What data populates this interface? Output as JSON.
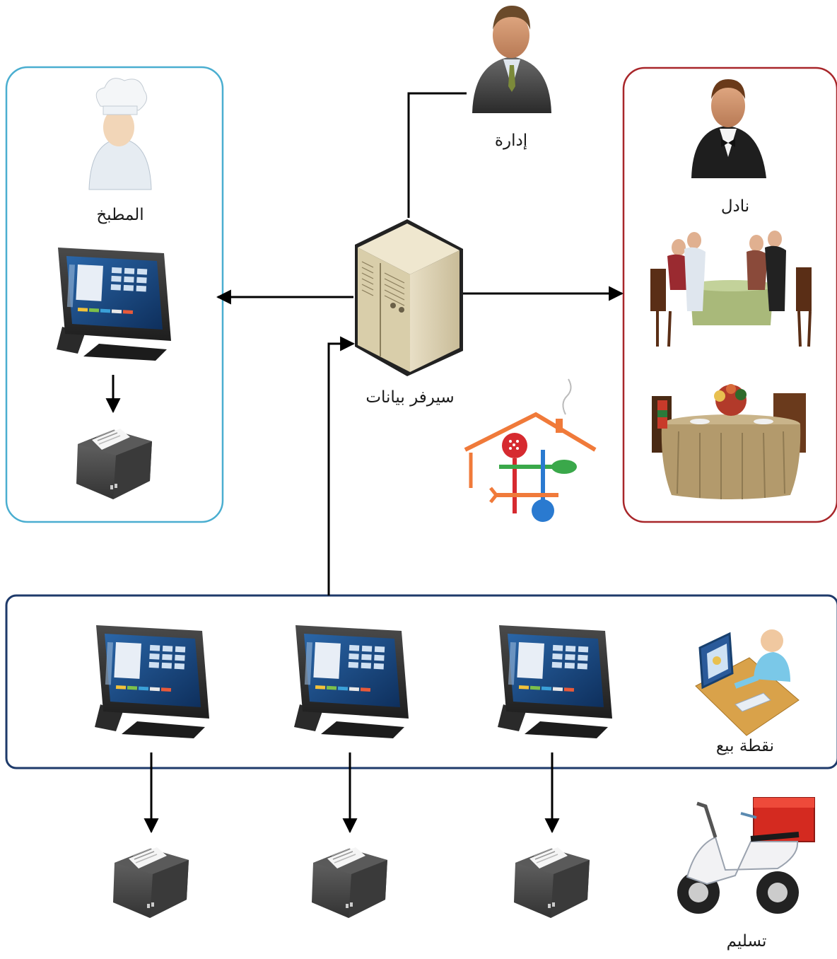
{
  "labels": {
    "management": "إدارة",
    "kitchen": "المطبخ",
    "waiter": "نادل",
    "server": "سيرفر بيانات",
    "pos": "نقطة بيع",
    "delivery": "تسليم"
  },
  "colors": {
    "kitchen_border": "#4aaed0",
    "waiter_border": "#a8262a",
    "pos_border": "#1e3a6a",
    "connector": "#000000"
  },
  "icons": [
    "manager-person-icon",
    "chef-person-icon",
    "waiter-person-icon",
    "database-server-icon",
    "pos-terminal-icon",
    "receipt-printer-icon",
    "dining-table-icon",
    "restaurant-logo-icon",
    "cashier-computer-icon",
    "delivery-scooter-icon"
  ]
}
